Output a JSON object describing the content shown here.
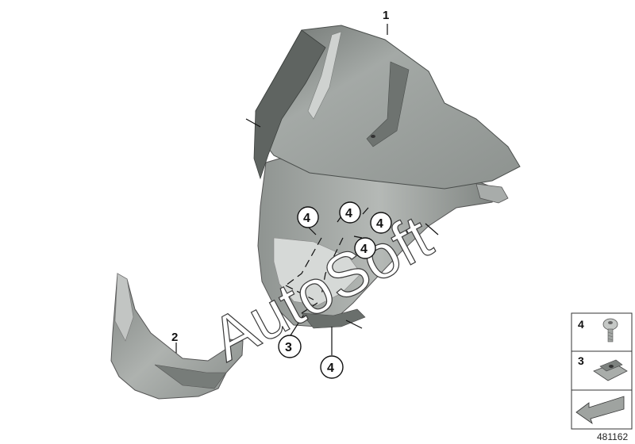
{
  "diagram": {
    "callouts": {
      "part_1": "1",
      "part_2": "2",
      "part_3": "3",
      "screw_a": "4",
      "screw_b": "4",
      "screw_c": "4",
      "screw_d": "4",
      "screw_e": "4"
    },
    "watermark": "AutoSoft",
    "legend": {
      "screw_label": "4",
      "clip_label": "3"
    },
    "reference_number": "481162"
  },
  "colors": {
    "part_fill": "#9ea3a0",
    "part_dark": "#5f6461",
    "part_light": "#c9ccca",
    "line": "#111111"
  },
  "icons": {
    "legend_screw": "screw-icon",
    "legend_clip": "speed-nut-icon",
    "legend_arrow": "arrow-icon"
  }
}
